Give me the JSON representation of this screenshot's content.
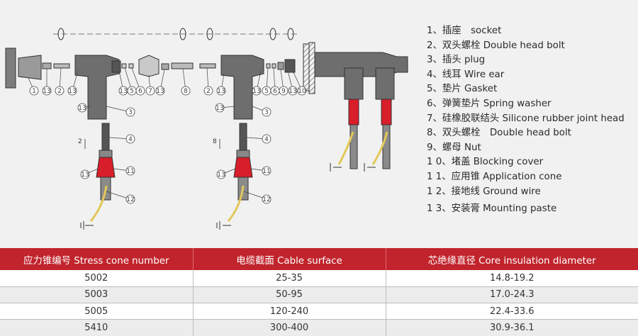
{
  "legend": [
    "1、插座　socket",
    "2、双头螺栓 Double head bolt",
    "3、插头 plug",
    "4、线耳 Wire ear",
    "5、垫片 Gasket",
    "6、弹簧垫片 Spring washer",
    "7、硅橡胶联结头 Silicone rubber joint head",
    "8、双头螺栓　Double head bolt",
    "9、螺母 Nut",
    "1 0、堵盖 Blocking cover",
    "1 1、应用锥 Application cone",
    "1 2、接地线 Ground wire",
    "1 3、安装膏 Mounting paste"
  ],
  "callouts": {
    "left_row": [
      "1",
      "13",
      "2",
      "13",
      "13",
      "5",
      "6",
      "7",
      "13",
      "8"
    ],
    "mid_row": [
      "2",
      "13",
      "13",
      "5",
      "6",
      "9",
      "13",
      "10"
    ],
    "left_plug": [
      "13",
      "3"
    ],
    "left_lower": [
      "4",
      "13",
      "11",
      "12"
    ],
    "mid_plug": [
      "13",
      "3"
    ],
    "mid_lower": [
      "4",
      "13",
      "11",
      "12"
    ],
    "left_side_num": "2",
    "mid_side_num": "8"
  },
  "table": {
    "headers": [
      "应力锥编号 Stress cone number",
      "电缆截面 Cable surface",
      "芯绝缘直径 Core insulation diameter"
    ],
    "rows": [
      [
        "5002",
        "25-35",
        "14.8-19.2"
      ],
      [
        "5003",
        "50-95",
        "17.0-24.3"
      ],
      [
        "5005",
        "120-240",
        "22.4-33.6"
      ],
      [
        "5410",
        "300-400",
        "30.9-36.1"
      ]
    ]
  },
  "colors": {
    "header_red": "#c1242c",
    "rubber_red": "#d81e2a",
    "insulator_grey": "#6e6e6e",
    "ground_wire": "#e2c85a"
  }
}
